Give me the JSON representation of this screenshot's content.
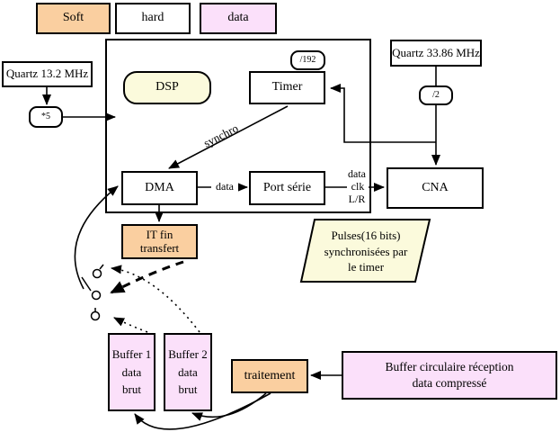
{
  "colors": {
    "orange": "#FACFA0",
    "pink": "#FBE0FA",
    "cream": "#FBFADC",
    "stroke": "#000000",
    "bg": "#FFFFFF"
  },
  "legend": {
    "soft": "Soft",
    "hard": "hard",
    "data": "data"
  },
  "blocks": {
    "quartz13": "Quartz 13.2 MHz",
    "mult5": "*5",
    "dsp": "DSP",
    "div192": "/192",
    "timer": "Timer",
    "quartz33": "Quartz 33.86 MHz",
    "div2": "/2",
    "dma": "DMA",
    "port_serie": "Port série",
    "cna": "CNA",
    "it_fin": [
      "IT fin",
      "transfert"
    ],
    "pulses": [
      "Pulses(16 bits)",
      "synchronisées par",
      "le timer"
    ],
    "buffer1": [
      "Buffer 1",
      "data",
      "brut"
    ],
    "buffer2": [
      "Buffer 2",
      "data",
      "brut"
    ],
    "traitement": "traitement",
    "buffer_circulaire": [
      "Buffer circulaire réception",
      "data compressé"
    ]
  },
  "labels": {
    "synchro": "synchro",
    "dma_to_port": "data",
    "out_data": "data",
    "out_clk": "clk",
    "out_lr": "L/R"
  }
}
